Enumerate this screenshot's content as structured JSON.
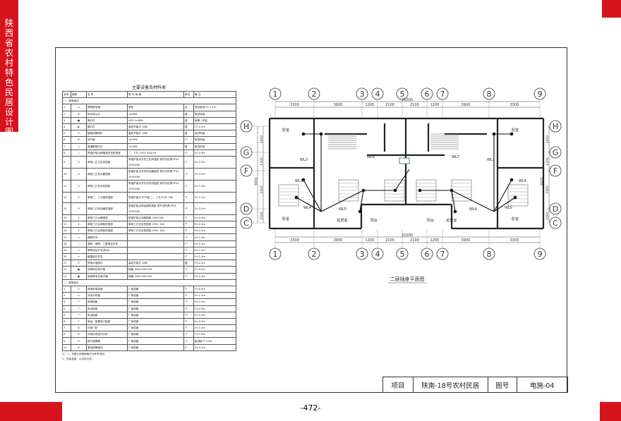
{
  "sidebar": {
    "book_title": "陕西省农村特色民居设计图集"
  },
  "page": {
    "number": "-472-"
  },
  "table": {
    "title": "主要设备及材料表",
    "headers": [
      "序号",
      "图例",
      "名  称",
      "型  号  规  格",
      "单位",
      "备  注"
    ],
    "section1": "一、强电部分",
    "section2": "二、弱电部分",
    "rows1": [
      {
        "no": "1",
        "name": "照明配电箱",
        "spec": "参柜",
        "unit": "台",
        "note": "底边距地 H=1.1m"
      },
      {
        "no": "2",
        "name": "防水防尘灯",
        "spec": "1x60W",
        "unit": "盏",
        "note": "吸顶安装"
      },
      {
        "no": "3",
        "name": "筒灯灯",
        "spec": "LED 1x36W",
        "unit": "盏",
        "note": "嵌墙 / 安装"
      },
      {
        "no": "4",
        "name": "壁灯灯",
        "spec": "高效节能灯 18W",
        "unit": "盏",
        "note": "H=2.2m"
      },
      {
        "no": "5",
        "name": "楼梯间照明灯",
        "spec": "高效节能灯 18W",
        "unit": "盏",
        "note": "吸顶安装"
      },
      {
        "no": "6",
        "name": "排气扇",
        "spec": "1x50W",
        "unit": "个",
        "note": "吸顶安装"
      },
      {
        "no": "7",
        "name": "普通照明灯灯",
        "spec": "1x28W",
        "unit": "盏",
        "note": "吸顶安装"
      },
      {
        "no": "8",
        "name": "带保护接点和暗装安全型插座",
        "spec": "二、三孔 250V 10A/16",
        "unit": "个",
        "note": "H=0.3m"
      },
      {
        "no": "9",
        "name": "单相三孔卫生间插座",
        "spec": "带保护接点开关卫生间插座 带开关防溅 IP54 250V16A",
        "unit": "个",
        "note": "H=1.5m"
      },
      {
        "no": "10",
        "name": "单相三孔热水器插座",
        "spec": "带保护接点开关热水器插座 带开关防溅 IP54 250V16A",
        "unit": "个",
        "note": "H=2.4m"
      },
      {
        "no": "11",
        "name": "单相三孔洗衣机插座",
        "spec": "带保护接点开关洗衣机插座 带开关防溅 IP54 250V16A",
        "unit": "个",
        "note": "H=1.3m"
      },
      {
        "no": "12",
        "name": "单相二、三孔厨房插座",
        "spec": "带保护接点 IP54型 二、三孔250V 16A",
        "unit": "个",
        "note": "H=1.1m"
      },
      {
        "no": "13",
        "name": "单相三孔排油烟机插座",
        "spec": "带保护接点排油烟机插座 带开关防溅 IP54 250V16A",
        "unit": "个",
        "note": "H=2.2m"
      },
      {
        "no": "14",
        "name": "单相三孔冰箱插座",
        "spec": "带保护接点冰箱插座 250V16A",
        "unit": "个",
        "note": "H=0.3m"
      },
      {
        "no": "15",
        "name": "单相三孔空调柜机插座",
        "spec": "单相三孔安全型插座 250V 16A",
        "unit": "个",
        "note": "H=0.3m"
      },
      {
        "no": "16",
        "name": "单相三孔空调挂机插座",
        "spec": "单相三孔安全型插座 250V 16A",
        "unit": "个",
        "note": "H=2.2m"
      },
      {
        "no": "17",
        "name": "两联开关",
        "spec": "",
        "unit": "个",
        "note": "H=1.3m"
      },
      {
        "no": "18",
        "name": "单联、两联、三联单控开关",
        "spec": "",
        "unit": "个",
        "note": "H=1.3m"
      },
      {
        "no": "19",
        "name": "单联双控开关(防水)",
        "spec": "",
        "unit": "个",
        "note": "H=1.3m"
      },
      {
        "no": "20",
        "name": "触摸延时开关",
        "spec": "",
        "unit": "个",
        "note": "H=1.3m"
      },
      {
        "no": "21",
        "name": "带指示插座灯",
        "spec": "高效节能灯 18W",
        "unit": "盏",
        "note": "H=2.2m"
      },
      {
        "no": "22",
        "name": "总等电位端子箱",
        "spec": "规格 300x200x100",
        "unit": "个",
        "note": "H=0.5m"
      },
      {
        "no": "23",
        "name": "局部等电位端子箱",
        "spec": "规格 150x100x100",
        "unit": "个",
        "note": "H=0.3m"
      }
    ],
    "rows2": [
      {
        "no": "1",
        "name": "电视前端机箱",
        "spec": "厂家成套",
        "unit": "个",
        "note": "H=0.5m"
      },
      {
        "no": "2",
        "name": "对讲分机箱",
        "spec": "厂家成套",
        "unit": "个",
        "note": "H=1.5m"
      },
      {
        "no": "3",
        "name": "电视插座",
        "spec": "厂家成套",
        "unit": "个",
        "note": "H=0.3m"
      },
      {
        "no": "4",
        "name": "电话插座",
        "spec": "厂家成套",
        "unit": "个",
        "note": "H=0.3m"
      },
      {
        "no": "5",
        "name": "电话插座",
        "spec": "厂家成套",
        "unit": "个",
        "note": "H=0.3m"
      },
      {
        "no": "6",
        "name": "电话、数据双口插座",
        "spec": "厂家成套",
        "unit": "个",
        "note": "H=0.3m"
      },
      {
        "no": "7",
        "name": "可视门铃",
        "spec": "厂家成套",
        "unit": "个",
        "note": "H=1.3m"
      },
      {
        "no": "8",
        "name": "可视对讲室内分机",
        "spec": "厂家成套",
        "unit": "个",
        "note": "H=1.5m"
      },
      {
        "no": "9",
        "name": "燃气报警器",
        "spec": "厂家成套",
        "unit": "个",
        "note": "距顶板下 0.3m"
      },
      {
        "no": "10",
        "name": "紧急报警按钮",
        "spec": "厂家成套",
        "unit": "个",
        "note": "H=0.7m"
      }
    ],
    "notes": [
      "注：1、本图示设备规格均为参考选型。",
      "2、安装高度，以实际为准。"
    ]
  },
  "plan": {
    "title": "二层插座平面图",
    "axes_top": [
      "1",
      "2",
      "3",
      "4",
      "5",
      "6",
      "7",
      "8",
      "9"
    ],
    "axes_side": [
      "H",
      "G",
      "F",
      "D",
      "C"
    ],
    "dims_top": [
      "3300",
      "3900",
      "1200",
      "2100",
      "2100",
      "1200",
      "3900",
      "3300"
    ],
    "overall": "21000",
    "dims_left": [
      "2400",
      "1200",
      "3300",
      "1500"
    ],
    "total_left": "8400",
    "rooms": [
      "卧室",
      "卧室",
      "起居室",
      "起居室",
      "卧室",
      "卧室",
      "阳台",
      "阳台"
    ],
    "circuits": [
      "WL3",
      "WL4",
      "WL5",
      "WL6",
      "WL7",
      "WL3",
      "WL4",
      "WL5",
      "WL6",
      "WL7"
    ]
  },
  "title_block": {
    "project_label": "项目",
    "project_name": "陕南-18号农村民居",
    "sheet_label": "图号",
    "sheet_no": "电施-04"
  }
}
